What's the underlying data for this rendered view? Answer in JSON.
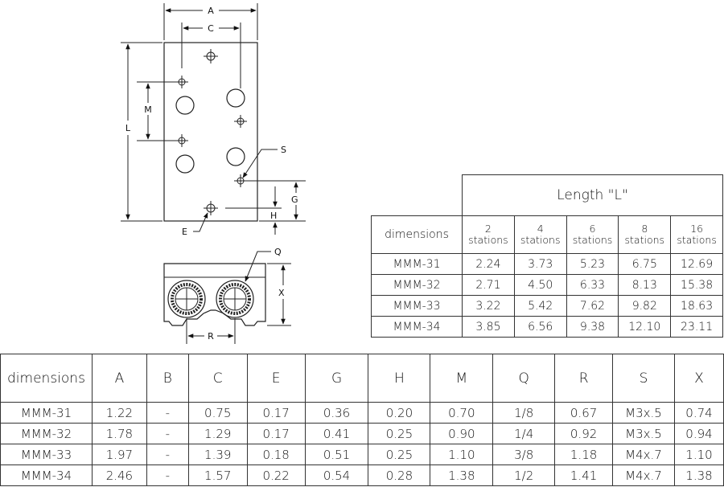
{
  "drawing": {
    "labels": {
      "A": "A",
      "C": "C",
      "L": "L",
      "M": "M",
      "S": "S",
      "G": "G",
      "H": "H",
      "E": "E",
      "Q": "Q",
      "X": "X",
      "R": "R"
    }
  },
  "length_table": {
    "title": "Length \"L\"",
    "row_header": "dimensions",
    "columns": [
      {
        "count": "2",
        "unit": "stations"
      },
      {
        "count": "4",
        "unit": "stations"
      },
      {
        "count": "6",
        "unit": "stations"
      },
      {
        "count": "8",
        "unit": "stations"
      },
      {
        "count": "16",
        "unit": "stations"
      }
    ],
    "rows": [
      {
        "model": "MMM-31",
        "values": [
          "2.24",
          "3.73",
          "5.23",
          "6.75",
          "12.69"
        ]
      },
      {
        "model": "MMM-32",
        "values": [
          "2.71",
          "4.50",
          "6.33",
          "8.13",
          "15.38"
        ]
      },
      {
        "model": "MMM-33",
        "values": [
          "3.22",
          "5.42",
          "7.62",
          "9.82",
          "18.63"
        ]
      },
      {
        "model": "MMM-34",
        "values": [
          "3.85",
          "6.56",
          "9.38",
          "12.10",
          "23.11"
        ]
      }
    ]
  },
  "dims_table": {
    "row_header": "dimensions",
    "columns": [
      "A",
      "B",
      "C",
      "E",
      "G",
      "H",
      "M",
      "Q",
      "R",
      "S",
      "X"
    ],
    "rows": [
      {
        "model": "MMM-31",
        "values": [
          "1.22",
          "-",
          "0.75",
          "0.17",
          "0.36",
          "0.20",
          "0.70",
          "1/8",
          "0.67",
          "M3x.5",
          "0.74"
        ]
      },
      {
        "model": "MMM-32",
        "values": [
          "1.78",
          "-",
          "1.29",
          "0.17",
          "0.41",
          "0.25",
          "0.90",
          "1/4",
          "0.92",
          "M3x.5",
          "0.94"
        ]
      },
      {
        "model": "MMM-33",
        "values": [
          "1.97",
          "-",
          "1.39",
          "0.18",
          "0.51",
          "0.25",
          "1.10",
          "3/8",
          "1.18",
          "M4x.7",
          "1.10"
        ]
      },
      {
        "model": "MMM-34",
        "values": [
          "2.46",
          "-",
          "1.57",
          "0.22",
          "0.54",
          "0.28",
          "1.38",
          "1/2",
          "1.41",
          "M4x.7",
          "1.38"
        ]
      }
    ]
  }
}
